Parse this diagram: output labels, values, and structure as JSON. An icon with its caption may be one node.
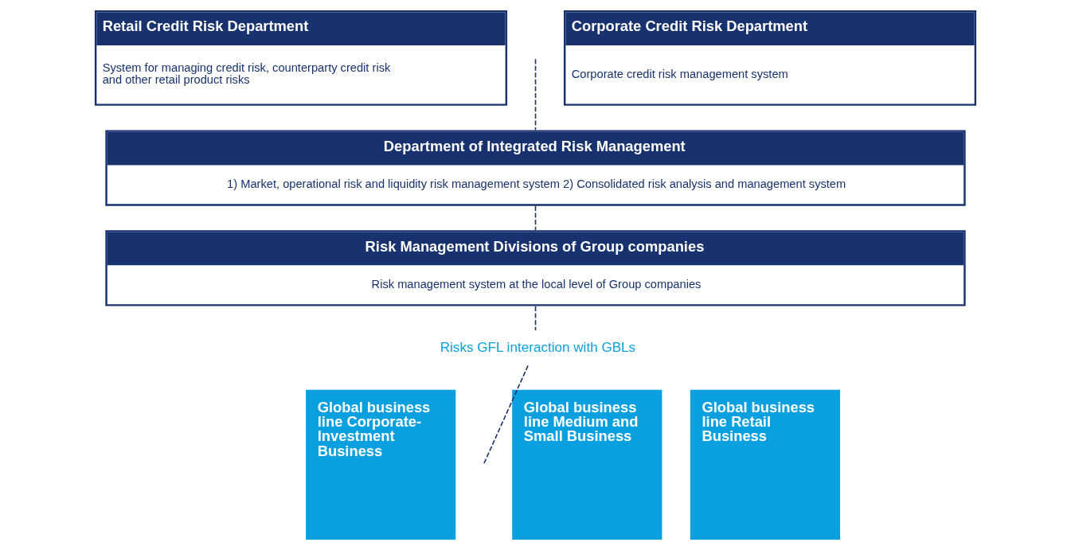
{
  "diagram": {
    "nodes": [
      {
        "text": [
          "Retail Credit Risk Department",
          "System for managing credit risk, counterparty credit risk and other retail product risks"
        ]
      },
      {
        "text": [
          "Corporate Credit Risk Department",
          "Corporate credit risk management system"
        ]
      },
      {
        "text": [
          "Department of Integrated Risk Management",
          "1) Market, operational risk and liquidity risk management system 2) Consolidated risk analysis and management system"
        ]
      },
      {
        "text": [
          "Risk Management Divisions of Group companies",
          "Risk management system at the local level of Group companies"
        ]
      },
      {
        "text": [
          "Risks GFL interaction with GBLs"
        ]
      },
      {
        "text": [
          "Global business line Corporate-Investment Business"
        ]
      },
      {
        "text": [
          "Global business line Medium and Small Business"
        ]
      },
      {
        "text": [
          "Global business line Retail Business"
        ]
      }
    ],
    "edges": [
      {
        "from": null,
        "to": 2,
        "arrow": "none",
        "style": "dashed"
      },
      {
        "from": 2,
        "to": 3,
        "arrow": "none",
        "style": "dashed"
      },
      {
        "from": 3,
        "to": 4,
        "arrow": "none",
        "style": "dashed"
      },
      {
        "from": 4,
        "to": null,
        "arrow": "none",
        "style": "dashed"
      }
    ]
  }
}
